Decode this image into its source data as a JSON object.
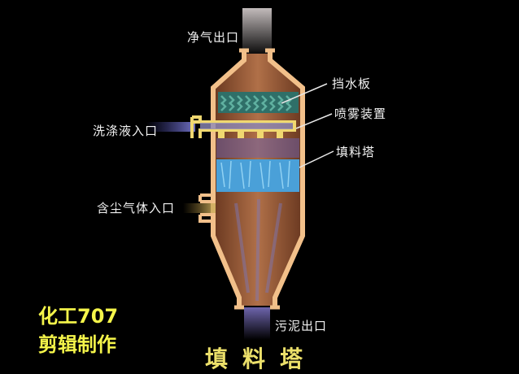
{
  "diagram": {
    "title": "填料塔",
    "type": "packed tower scrubber cross-section",
    "colors": {
      "background": "#000000",
      "vessel_wall": "#f2c08a",
      "vessel_interior": "#8a5030",
      "demister": "#3f8f80",
      "packing": "#5fb8e0",
      "wash_liquid": "#6a6acf",
      "dust_gas": "#c8a048",
      "label_text": "#f2f2f2",
      "credit_text": "#f5f54a",
      "title_text": "#ece06a"
    },
    "labels": {
      "clean_gas_outlet": "净气出口",
      "demister": "挡水板",
      "spray_device": "喷雾装置",
      "packing_tower": "填料塔",
      "wash_liquid_inlet": "洗涤液入口",
      "dusty_gas_inlet": "含尘气体入口",
      "sludge_outlet": "污泥出口"
    },
    "credit": {
      "line1": "化工707",
      "line2": "剪辑制作"
    }
  }
}
